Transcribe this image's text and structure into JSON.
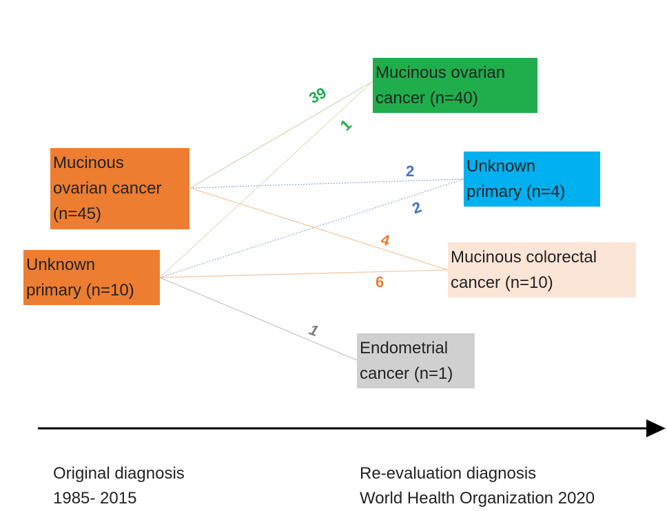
{
  "colors": {
    "original": "#ED7D31",
    "mucinous_ovarian": "#1FAE4B",
    "unknown_primary": "#00B0F0",
    "colorectal": "#FBE5D6",
    "endometrial": "#D0D0D0",
    "green_text": "#1FAE4B",
    "blue_text": "#4472C4",
    "orange_text": "#ED7D31",
    "gray_text": "#7F7F7F"
  },
  "original": {
    "mucinous_ovarian": [
      "Mucinous",
      "ovarian cancer",
      "(n=45)"
    ],
    "unknown_primary": [
      "Unknown",
      "primary (n=10)"
    ]
  },
  "revised": {
    "mucinous_ovarian": [
      "Mucinous ovarian",
      "cancer (n=40)"
    ],
    "unknown_primary": [
      "Unknown",
      "primary (n=4)"
    ],
    "colorectal": [
      "Mucinous colorectal",
      "cancer (n=10)"
    ],
    "endometrial": [
      "Endometrial",
      "cancer (n=1)"
    ]
  },
  "flows": [
    {
      "from": "mucinous_ovarian",
      "to": "mucinous_ovarian",
      "count": "39",
      "color": "#1FAE4B",
      "line_color": "#C9DDB9"
    },
    {
      "from": "unknown_primary",
      "to": "mucinous_ovarian",
      "count": "1",
      "color": "#1FAE4B",
      "line_color": "#DCE3C8"
    },
    {
      "from": "mucinous_ovarian",
      "to": "unknown_primary",
      "count": "2",
      "color": "#4472C4",
      "line_color": "#8FA8D8"
    },
    {
      "from": "unknown_primary",
      "to": "unknown_primary",
      "count": "2",
      "color": "#4472C4",
      "line_color": "#9CB0DA"
    },
    {
      "from": "mucinous_ovarian",
      "to": "colorectal",
      "count": "4",
      "color": "#ED7D31",
      "line_color": "#F4C9A4"
    },
    {
      "from": "unknown_primary",
      "to": "colorectal",
      "count": "6",
      "color": "#ED7D31",
      "line_color": "#F4C9A4"
    },
    {
      "from": "unknown_primary",
      "to": "endometrial",
      "count": "1",
      "color": "#7F7F7F",
      "line_color": "#C4C4D6"
    }
  ],
  "axis": {
    "left_label": [
      "Original diagnosis",
      "1985- 2015"
    ],
    "right_label": [
      "Re-evaluation diagnosis",
      "World Health Organization 2020"
    ]
  }
}
